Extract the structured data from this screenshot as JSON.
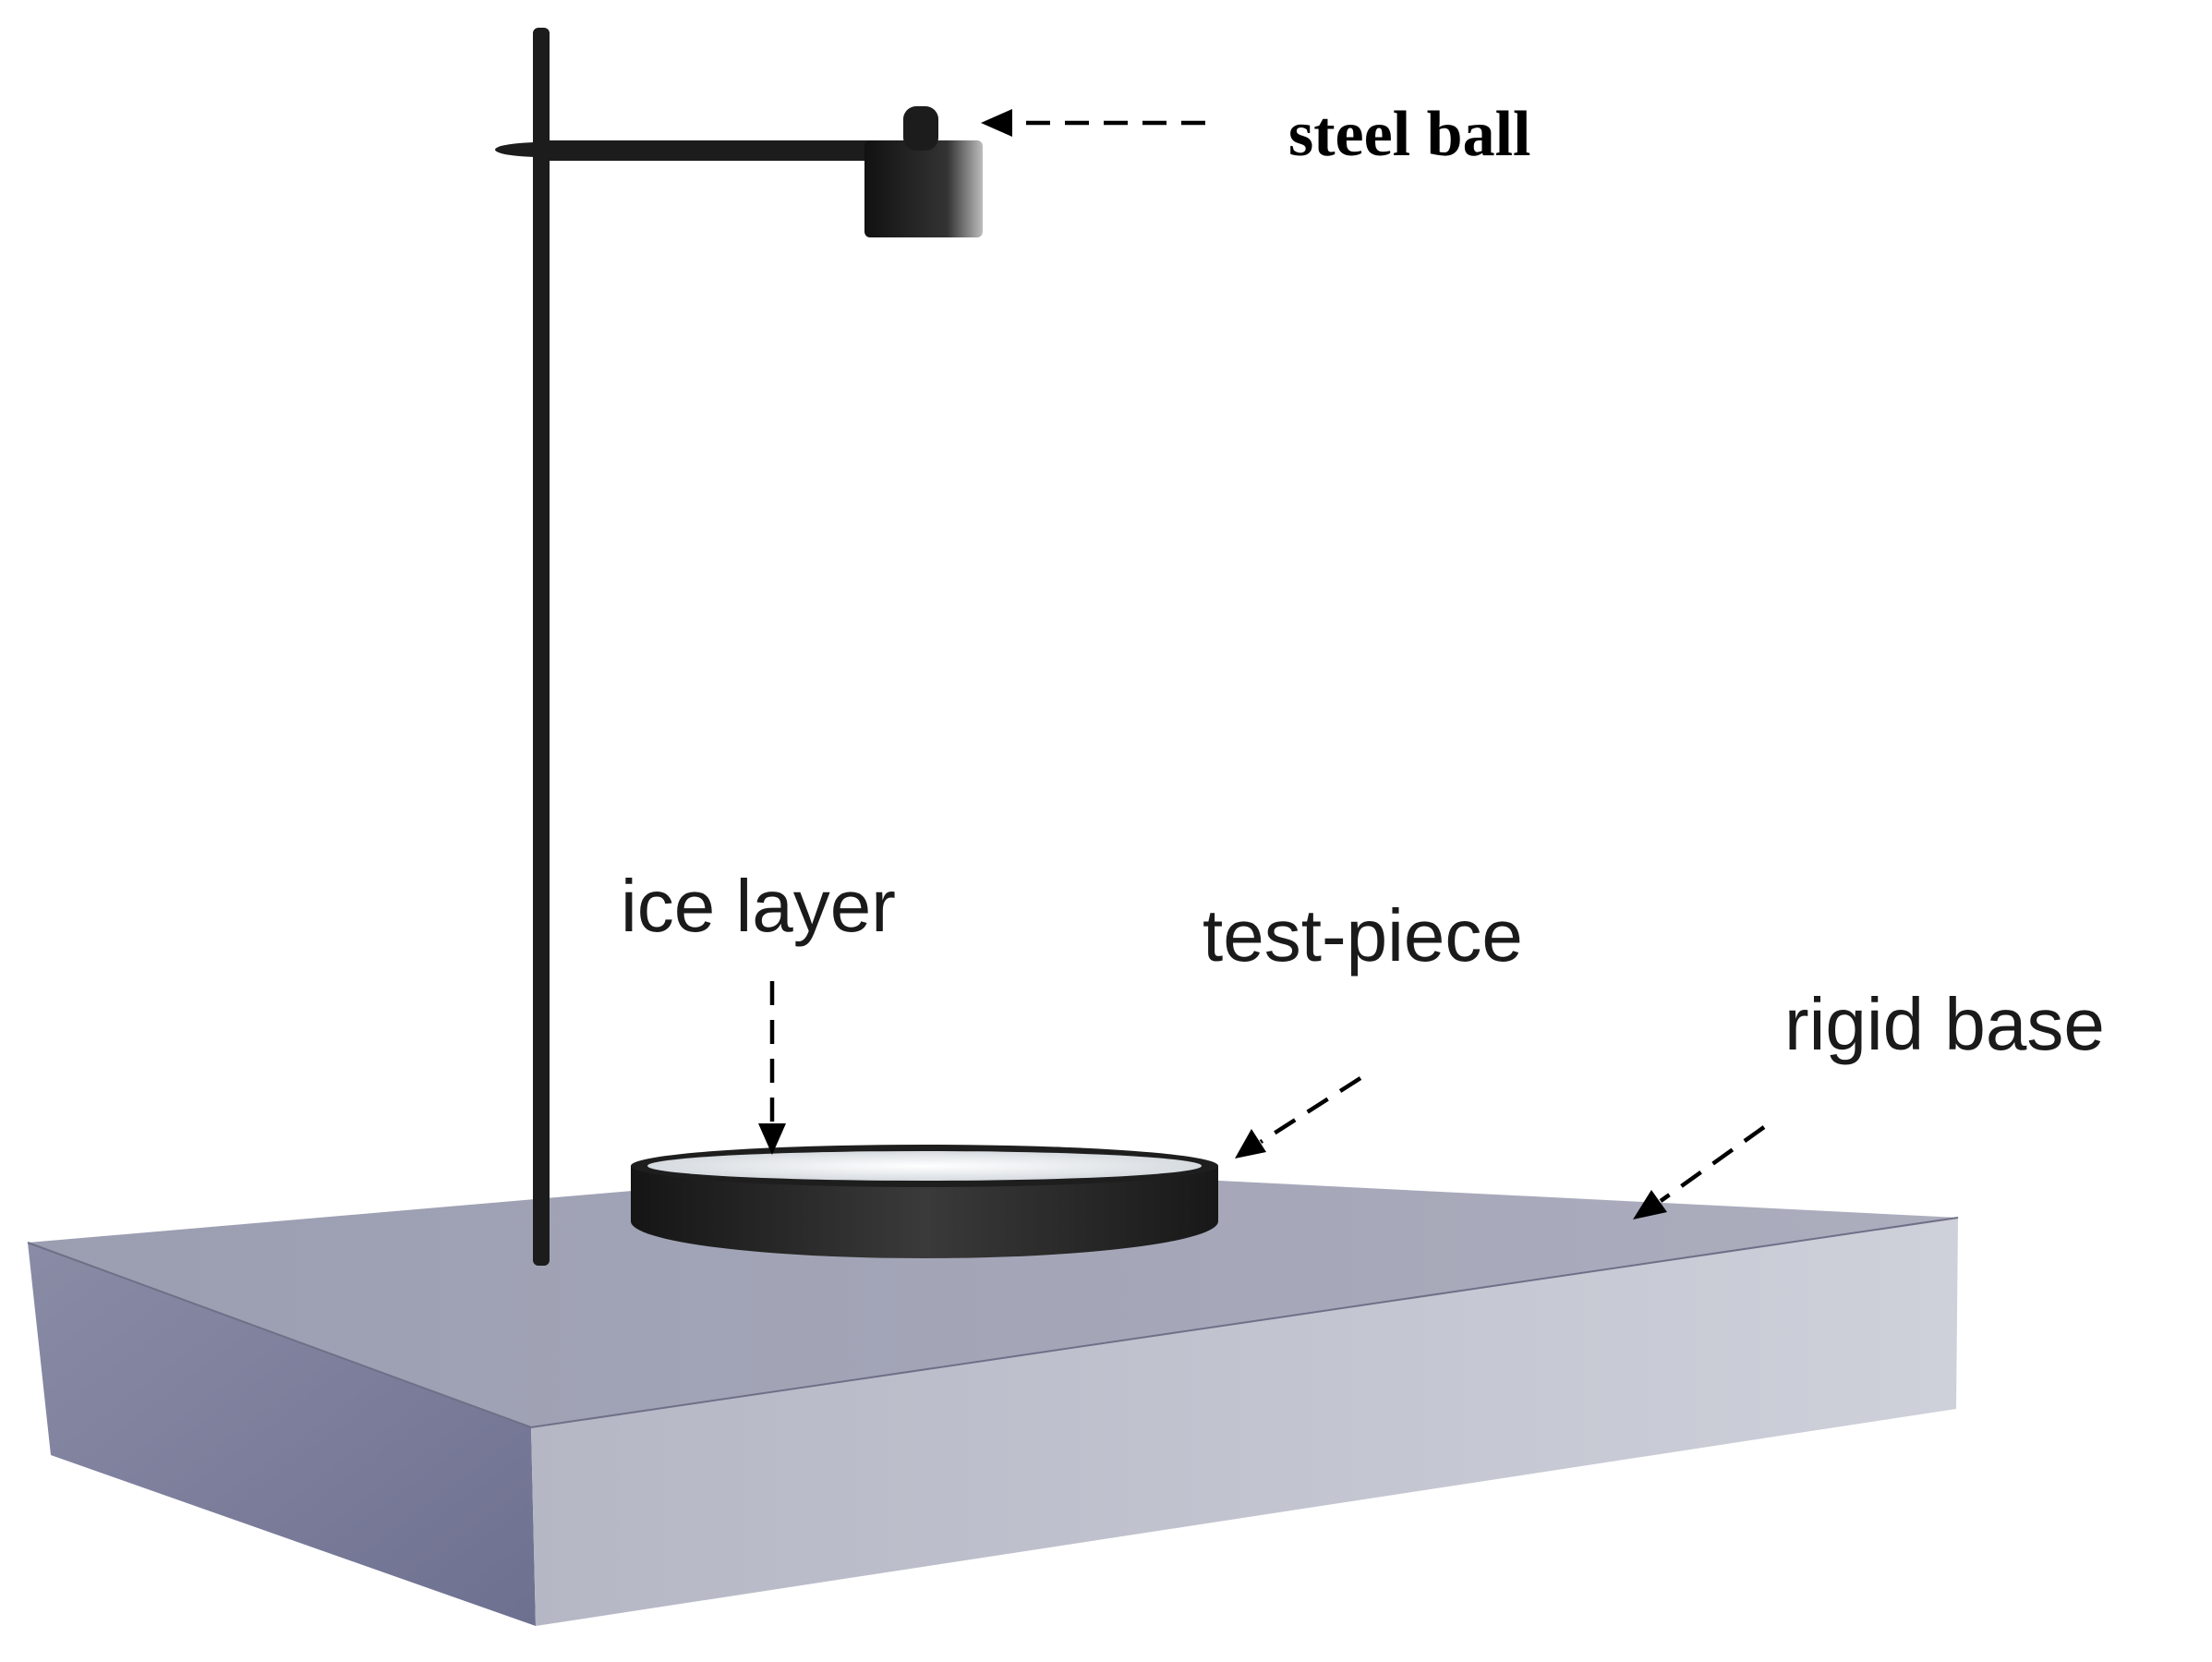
{
  "labels": {
    "steel_ball": "steel ball",
    "ice_layer": "ice layer",
    "test_piece": "test-piece",
    "rigid_base": "rigid base"
  },
  "colors": {
    "base_top": "#a3a4b6",
    "base_front": "#c3c5d0",
    "base_left": "#7d7f9c",
    "apparatus": "#1c1c1c",
    "ice": "#f2f4f6",
    "label_arrow": "#000000"
  }
}
